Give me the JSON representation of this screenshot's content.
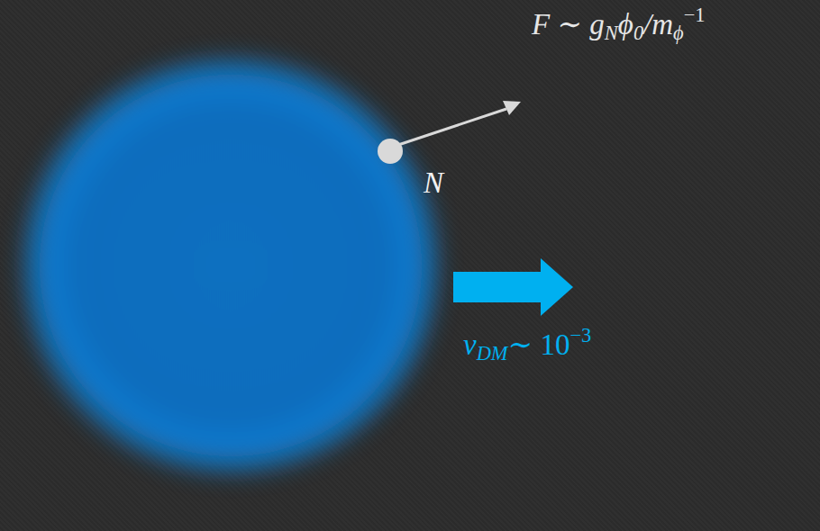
{
  "diagram": {
    "labels": [
      "F ∼ g",
      "N",
      "ϕ",
      "0",
      "/m",
      "ϕ",
      "−1",
      "N",
      "v",
      "DM",
      "∼ 10",
      "−3"
    ]
  }
}
